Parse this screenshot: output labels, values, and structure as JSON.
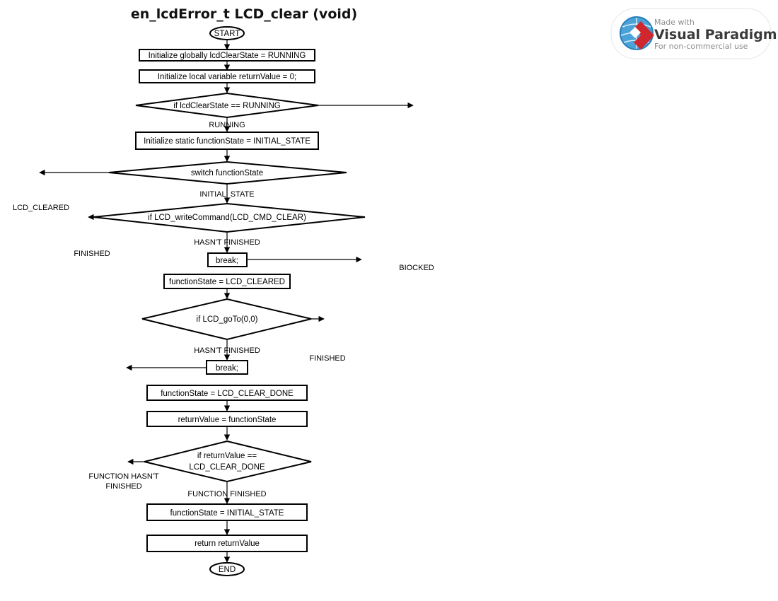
{
  "diagram": {
    "title": "en_lcdError_t LCD_clear (void)",
    "nodes": {
      "start": "START",
      "init_global": "Initialize globally lcdClearState = RUNNING",
      "init_local": "Initialize local variable returnValue = 0;",
      "if_running": "if lcdClearState == RUNNING",
      "init_static": "Initialize static functionState = INITIAL_STATE",
      "switch_state": "switch functionState",
      "if_write_cmd": "if LCD_writeCommand(LCD_CMD_CLEAR)",
      "break_1": "break;",
      "set_cleared": "functionState = LCD_CLEARED",
      "if_goto": "if LCD_goTo(0,0)",
      "break_2": "break;",
      "set_clear_done": "functionState = LCD_CLEAR_DONE",
      "set_return": "returnValue = functionState",
      "if_return_line1": "if returnValue ==",
      "if_return_line2": "LCD_CLEAR_DONE",
      "reset_state": "functionState = INITIAL_STATE",
      "return_value": "return returnValue",
      "end": "END"
    },
    "edges": {
      "running": "RUNNING",
      "blocked": "BIOCKED",
      "initial_state": "INITIAL_STATE",
      "lcd_cleared": "LCD_CLEARED",
      "hasnt_finished_1": "HASN'T FINISHED",
      "finished_1": "FINISHED",
      "hasnt_finished_2": "HASN'T FINISHED",
      "finished_2": "FINISHED",
      "function_finished": "FUNCTION FINISHED",
      "function_hasnt_line1": "FUNCTION HASN'T",
      "function_hasnt_line2": "FINISHED"
    }
  },
  "watermark": {
    "line1": "Made with",
    "line2": "Visual Paradigm",
    "line3": "For non-commercial use",
    "icon": "visual-paradigm-logo-icon"
  }
}
